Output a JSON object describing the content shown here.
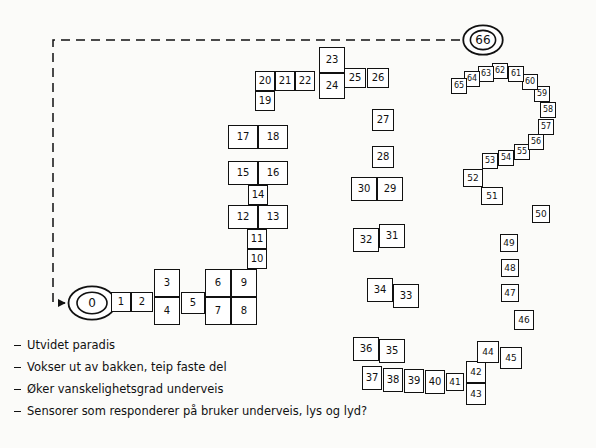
{
  "diagram": {
    "nodes": [
      {
        "text": [
          "0"
        ]
      },
      {
        "text": [
          "1"
        ]
      },
      {
        "text": [
          "2"
        ]
      },
      {
        "text": [
          "3"
        ]
      },
      {
        "text": [
          "4"
        ]
      },
      {
        "text": [
          "5"
        ]
      },
      {
        "text": [
          "6"
        ]
      },
      {
        "text": [
          "7"
        ]
      },
      {
        "text": [
          "8"
        ]
      },
      {
        "text": [
          "9"
        ]
      },
      {
        "text": [
          "10"
        ]
      },
      {
        "text": [
          "11"
        ]
      },
      {
        "text": [
          "12"
        ]
      },
      {
        "text": [
          "13"
        ]
      },
      {
        "text": [
          "14"
        ]
      },
      {
        "text": [
          "15"
        ]
      },
      {
        "text": [
          "16"
        ]
      },
      {
        "text": [
          "17"
        ]
      },
      {
        "text": [
          "18"
        ]
      },
      {
        "text": [
          "19"
        ]
      },
      {
        "text": [
          "20"
        ]
      },
      {
        "text": [
          "21"
        ]
      },
      {
        "text": [
          "22"
        ]
      },
      {
        "text": [
          "23"
        ]
      },
      {
        "text": [
          "24"
        ]
      },
      {
        "text": [
          "25"
        ]
      },
      {
        "text": [
          "26"
        ]
      },
      {
        "text": [
          "27"
        ]
      },
      {
        "text": [
          "28"
        ]
      },
      {
        "text": [
          "29"
        ]
      },
      {
        "text": [
          "30"
        ]
      },
      {
        "text": [
          "31"
        ]
      },
      {
        "text": [
          "32"
        ]
      },
      {
        "text": [
          "33"
        ]
      },
      {
        "text": [
          "34"
        ]
      },
      {
        "text": [
          "35"
        ]
      },
      {
        "text": [
          "36"
        ]
      },
      {
        "text": [
          "37"
        ]
      },
      {
        "text": [
          "38"
        ]
      },
      {
        "text": [
          "39"
        ]
      },
      {
        "text": [
          "40"
        ]
      },
      {
        "text": [
          "41"
        ]
      },
      {
        "text": [
          "42"
        ]
      },
      {
        "text": [
          "43"
        ]
      },
      {
        "text": [
          "44"
        ]
      },
      {
        "text": [
          "45"
        ]
      },
      {
        "text": [
          "46"
        ]
      },
      {
        "text": [
          "47"
        ]
      },
      {
        "text": [
          "48"
        ]
      },
      {
        "text": [
          "49"
        ]
      },
      {
        "text": [
          "50"
        ]
      },
      {
        "text": [
          "51"
        ]
      },
      {
        "text": [
          "52"
        ]
      },
      {
        "text": [
          "53"
        ]
      },
      {
        "text": [
          "54"
        ]
      },
      {
        "text": [
          "55"
        ]
      },
      {
        "text": [
          "56"
        ]
      },
      {
        "text": [
          "57"
        ]
      },
      {
        "text": [
          "58"
        ]
      },
      {
        "text": [
          "59"
        ]
      },
      {
        "text": [
          "60"
        ]
      },
      {
        "text": [
          "61"
        ]
      },
      {
        "text": [
          "62"
        ]
      },
      {
        "text": [
          "63"
        ]
      },
      {
        "text": [
          "64"
        ]
      },
      {
        "text": [
          "65"
        ]
      },
      {
        "text": [
          "66"
        ]
      }
    ],
    "edges": [
      {
        "from": 66,
        "to": 0,
        "arrow": "to"
      }
    ],
    "labels": [
      "Utvidet paradis",
      "Vokser ut av bakken, teip faste del",
      "Øker vanskelighetsgrad underveis",
      "Sensorer som responderer på bruker underveis, lys og lyd?"
    ]
  }
}
